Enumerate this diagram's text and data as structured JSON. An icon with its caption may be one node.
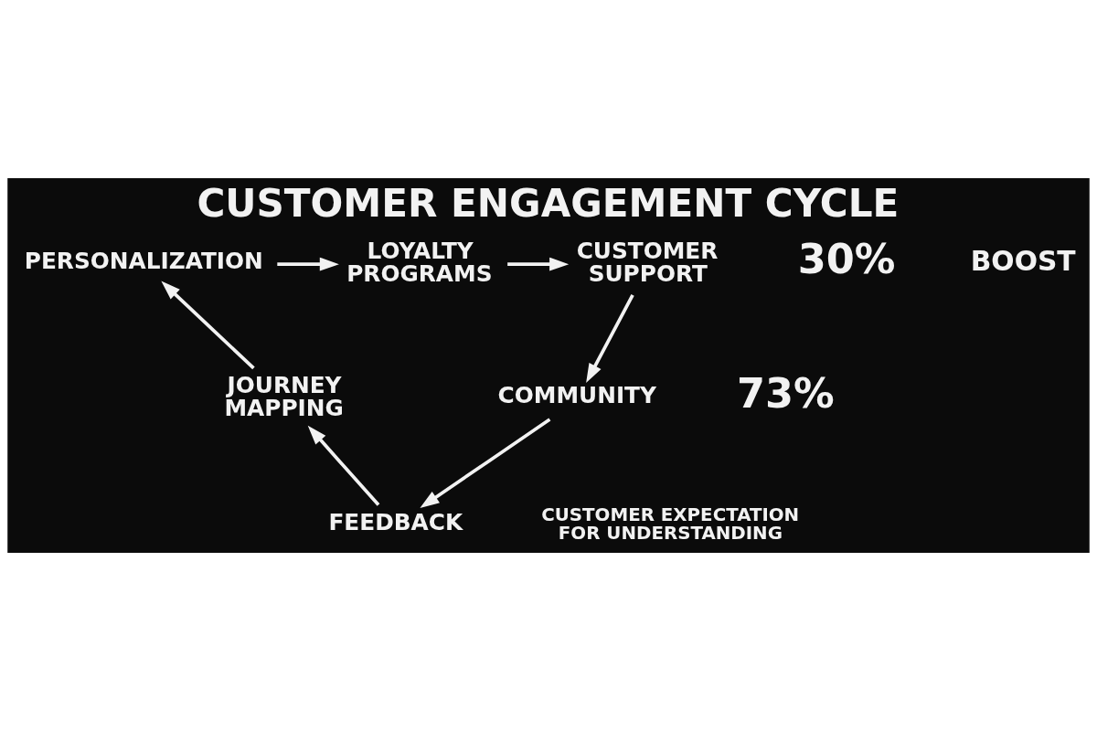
{
  "diagram": {
    "title": "CUSTOMER ENGAGEMENT CYCLE",
    "nodes": [
      {
        "text": [
          "PERSONALIZATION"
        ]
      },
      {
        "text": [
          "LOYALTY PROGRAMS"
        ]
      },
      {
        "text": [
          "CUSTOMER SUPPORT"
        ]
      },
      {
        "text": [
          "COMMUNITY"
        ]
      },
      {
        "text": [
          "FEEDBACK"
        ]
      },
      {
        "text": [
          "JOURNEY MAPPING"
        ]
      }
    ],
    "edges": [
      {
        "from": 0,
        "to": 1,
        "arrow": "to"
      },
      {
        "from": 1,
        "to": 2,
        "arrow": "to"
      },
      {
        "from": 2,
        "to": 3,
        "arrow": "to"
      },
      {
        "from": 3,
        "to": 4,
        "arrow": "to"
      },
      {
        "from": 4,
        "to": 5,
        "arrow": "to"
      },
      {
        "from": 5,
        "to": 0,
        "arrow": "to"
      }
    ],
    "labels": [
      "30%",
      "BOOST",
      "73%",
      "CUSTOMER EXPECTATION FOR UNDERSTANDING"
    ]
  }
}
